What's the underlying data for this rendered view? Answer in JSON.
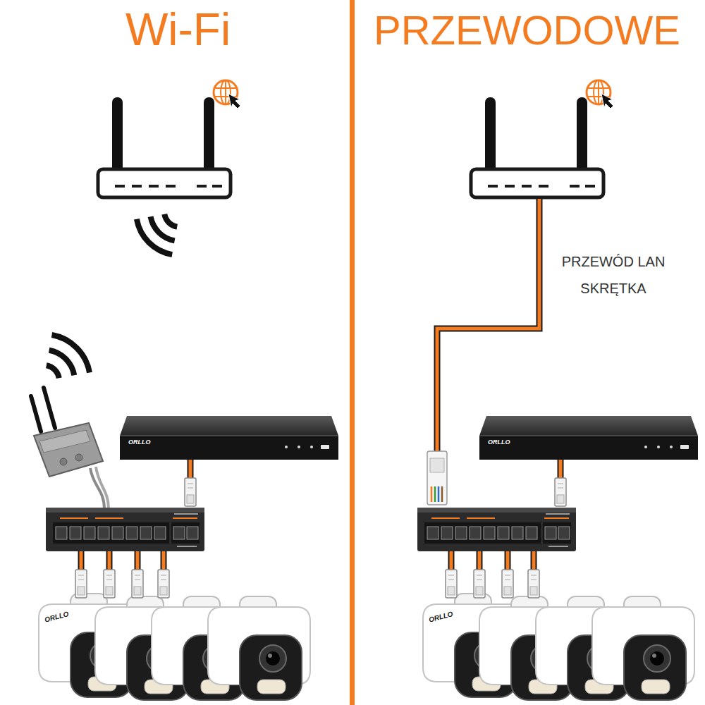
{
  "diagram": {
    "labels": [
      "Wi-Fi",
      "PRZEWODOWE",
      "PRZEWÓD LAN SKRĘTKA",
      "ORLLO",
      "ORLLO",
      "ORLLO",
      "ORLLO"
    ]
  }
}
